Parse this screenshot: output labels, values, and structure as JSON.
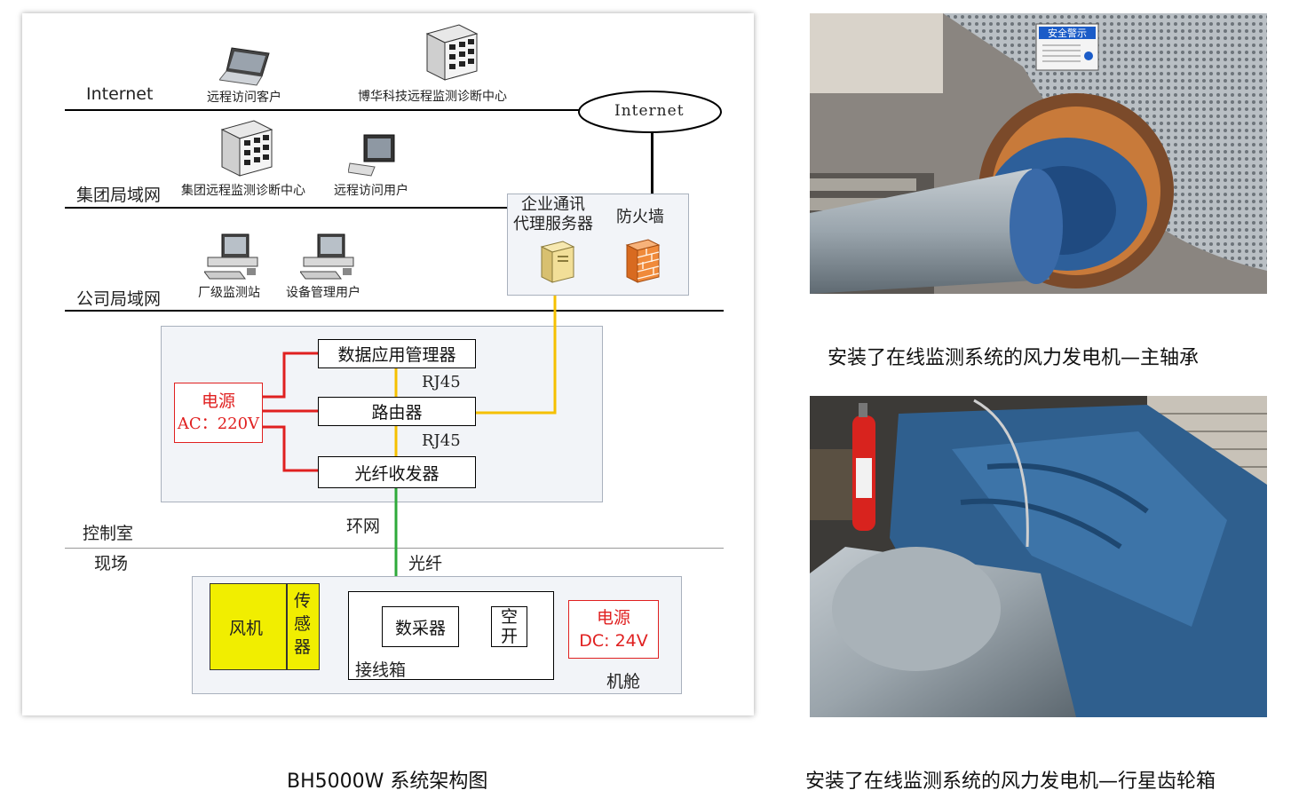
{
  "diagram": {
    "networks": {
      "internet": "Internet",
      "group_lan": "集团局域网",
      "company_lan": "公司局域网"
    },
    "internet_cloud": "Internet",
    "nodes": {
      "remote_client": "远程访问客户",
      "bohua_center": "博华科技远程监测诊断中心",
      "group_center": "集团远程监测诊断中心",
      "remote_user": "远程访问用户",
      "plant_station": "厂级监测站",
      "equipment_user": "设备管理用户",
      "proxy_server": "企业通讯\n代理服务器",
      "firewall": "防火墙"
    },
    "control_room": {
      "data_app_manager": "数据应用管理器",
      "router": "路由器",
      "fiber_transceiver": "光纤收发器",
      "power_title": "电源",
      "power_spec": "AC：220V",
      "rj45_top": "RJ45",
      "rj45_bottom": "RJ45"
    },
    "zones": {
      "control_room": "控制室",
      "field": "现场",
      "ring_network": "环网",
      "fiber": "光纤"
    },
    "nacelle": {
      "fan": "风机",
      "sensor": "传感器",
      "data_acquisition": "数采器",
      "air_switch": "空开",
      "junction_box": "接线箱",
      "power_title": "电源",
      "power_spec": "DC: 24V",
      "nacelle_label": "机舱"
    },
    "caption": "BH5000W 系统架构图"
  },
  "photos": {
    "top_caption": "安装了在线监测系统的风力发电机—主轴承",
    "bottom_caption": "安装了在线监测系统的风力发电机—行星齿轮箱",
    "safety_sign": "安全警示"
  },
  "colors": {
    "power_line": "#e02020",
    "ethernet_line": "#f5c000",
    "fiber_line": "#2eaa3a",
    "sensor_line": "#3a6fc0",
    "fan_fill": "#f1ee00"
  }
}
